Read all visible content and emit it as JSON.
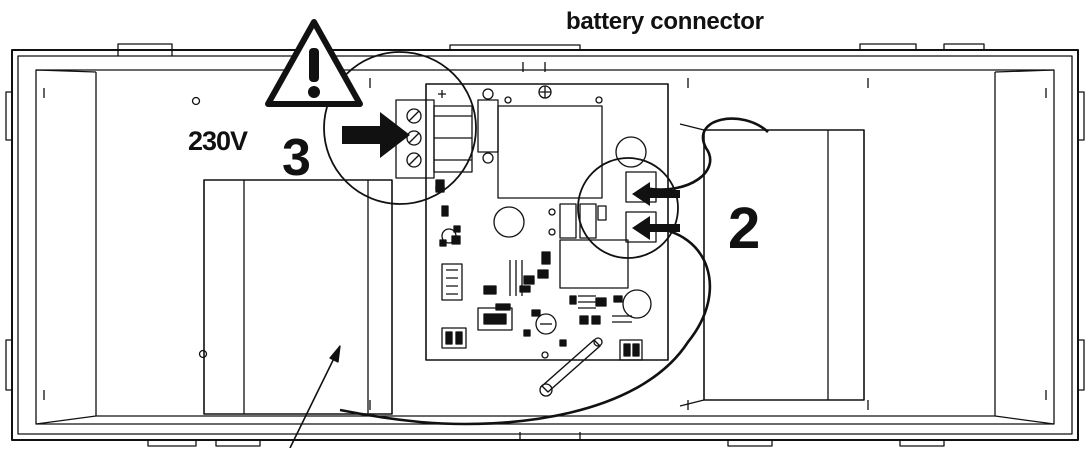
{
  "labels": {
    "title": "battery connector",
    "voltage": "230V",
    "step_3": "3",
    "step_2": "2"
  },
  "icons": {
    "warning": "warning-triangle-icon"
  },
  "colors": {
    "ink": "#111111",
    "background": "#ffffff"
  }
}
